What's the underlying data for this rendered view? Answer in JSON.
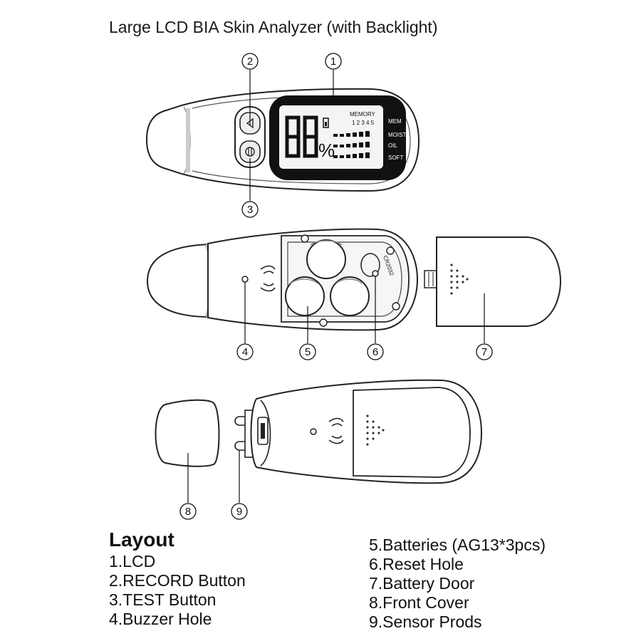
{
  "title": "Large LCD BIA Skin Analyzer (with Backlight)",
  "callouts": [
    "1",
    "2",
    "3",
    "4",
    "5",
    "6",
    "7",
    "8",
    "9"
  ],
  "lcd": {
    "digits": "88",
    "percent": "%",
    "memory_label": "MEMORY",
    "memory_slots": "1 2 3 4 5",
    "side_labels": [
      "MEM",
      "MOIST",
      "OIL",
      "SOFT"
    ]
  },
  "battery_label": "CR2032",
  "legend": {
    "heading": "Layout",
    "left_items": [
      "1.LCD",
      "2.RECORD Button",
      "3.TEST Button",
      "4.Buzzer Hole"
    ],
    "right_items": [
      "5.Batteries (AG13*3pcs)",
      "6.Reset Hole",
      "7.Battery Door",
      "8.Front Cover",
      "9.Sensor Prods"
    ]
  }
}
